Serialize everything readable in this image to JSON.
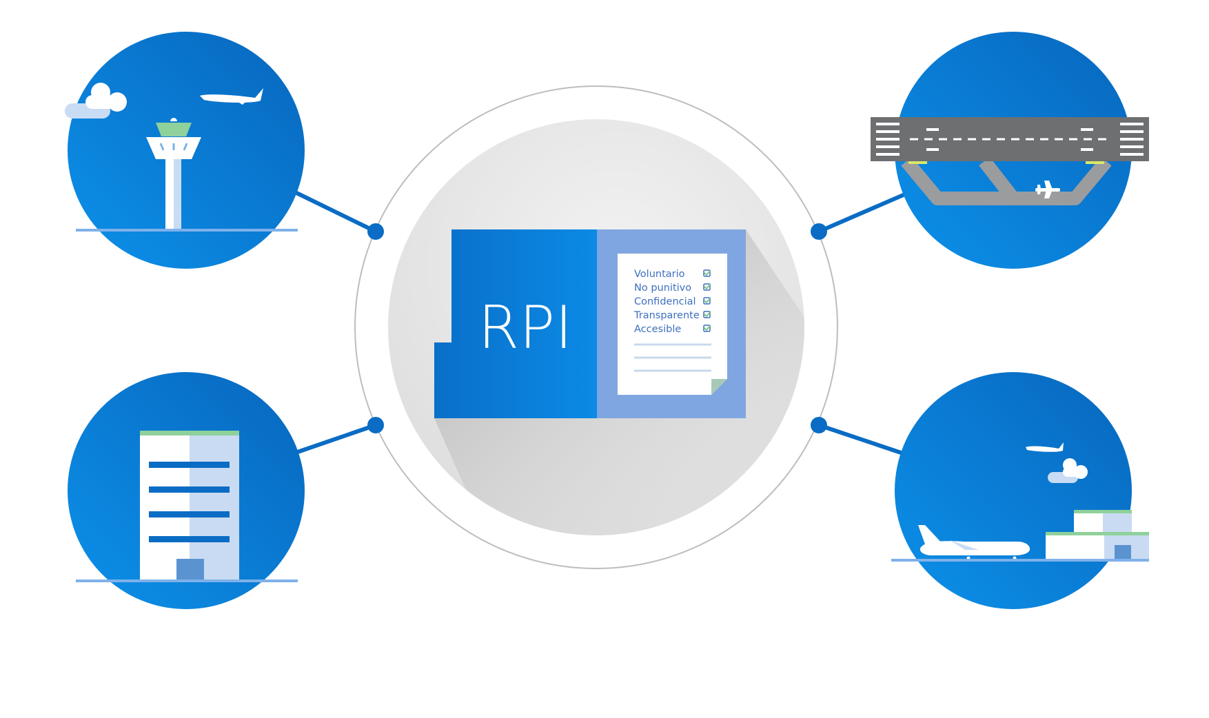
{
  "folder": {
    "title": "RPI"
  },
  "checklist": {
    "items": [
      {
        "label": "Voluntario",
        "checked": true
      },
      {
        "label": "No punitivo",
        "checked": true
      },
      {
        "label": "Confidencial",
        "checked": true
      },
      {
        "label": "Transparente",
        "checked": true
      },
      {
        "label": "Accesible",
        "checked": true
      }
    ]
  },
  "nodes": [
    {
      "icon": "control-tower-icon"
    },
    {
      "icon": "office-building-icon"
    },
    {
      "icon": "runway-icon"
    },
    {
      "icon": "airport-terminal-icon"
    }
  ],
  "colors": {
    "blue_dark": "#0a6cc4",
    "blue_light": "#0c8fe8",
    "blue_pale": "#7fa6e0",
    "ring": "#bdbdbd",
    "check_green": "#7ec38a",
    "runway_gray": "#6e6f71"
  }
}
